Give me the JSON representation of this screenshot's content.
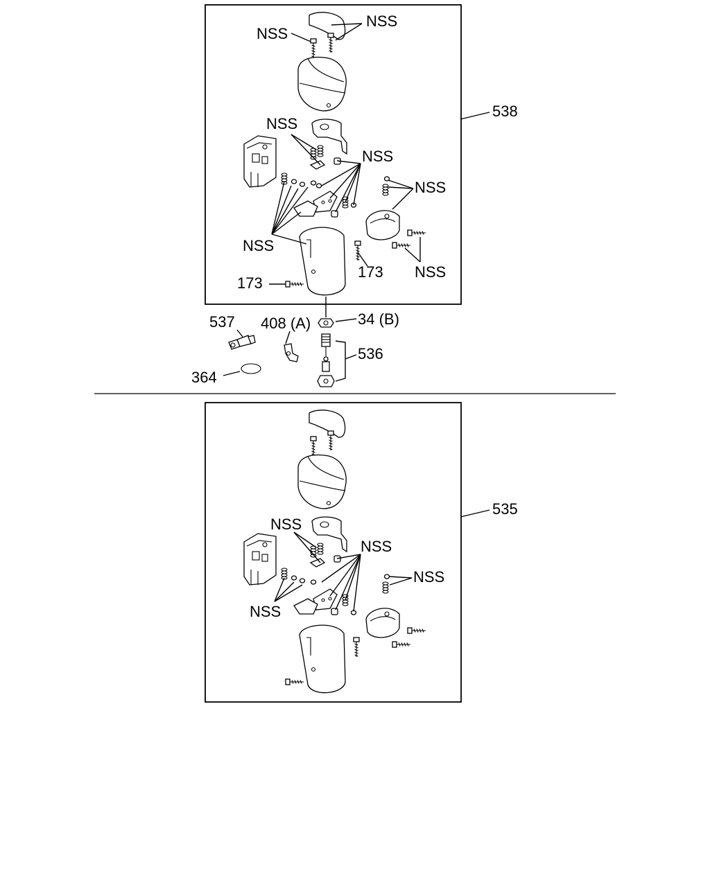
{
  "diagram": {
    "upper_assembly": {
      "callout": "538",
      "labels": {
        "nss_top_right": "NSS",
        "nss_top_left": "NSS",
        "nss_mid_left": "NSS",
        "nss_mid_right": "NSS",
        "nss_right": "NSS",
        "nss_lower_left": "NSS",
        "nss_lower_right": "NSS",
        "screw_left": "173",
        "screw_right": "173"
      }
    },
    "loose_parts": {
      "nut": "34 (B)",
      "bolt_kit": "536",
      "fitting": "537",
      "elbow": "408 (A)",
      "o_ring": "364"
    },
    "lower_assembly": {
      "callout": "535",
      "labels": {
        "nss_mid_left": "NSS",
        "nss_mid_right": "NSS",
        "nss_right": "NSS",
        "nss_lower_left": "NSS"
      }
    }
  }
}
